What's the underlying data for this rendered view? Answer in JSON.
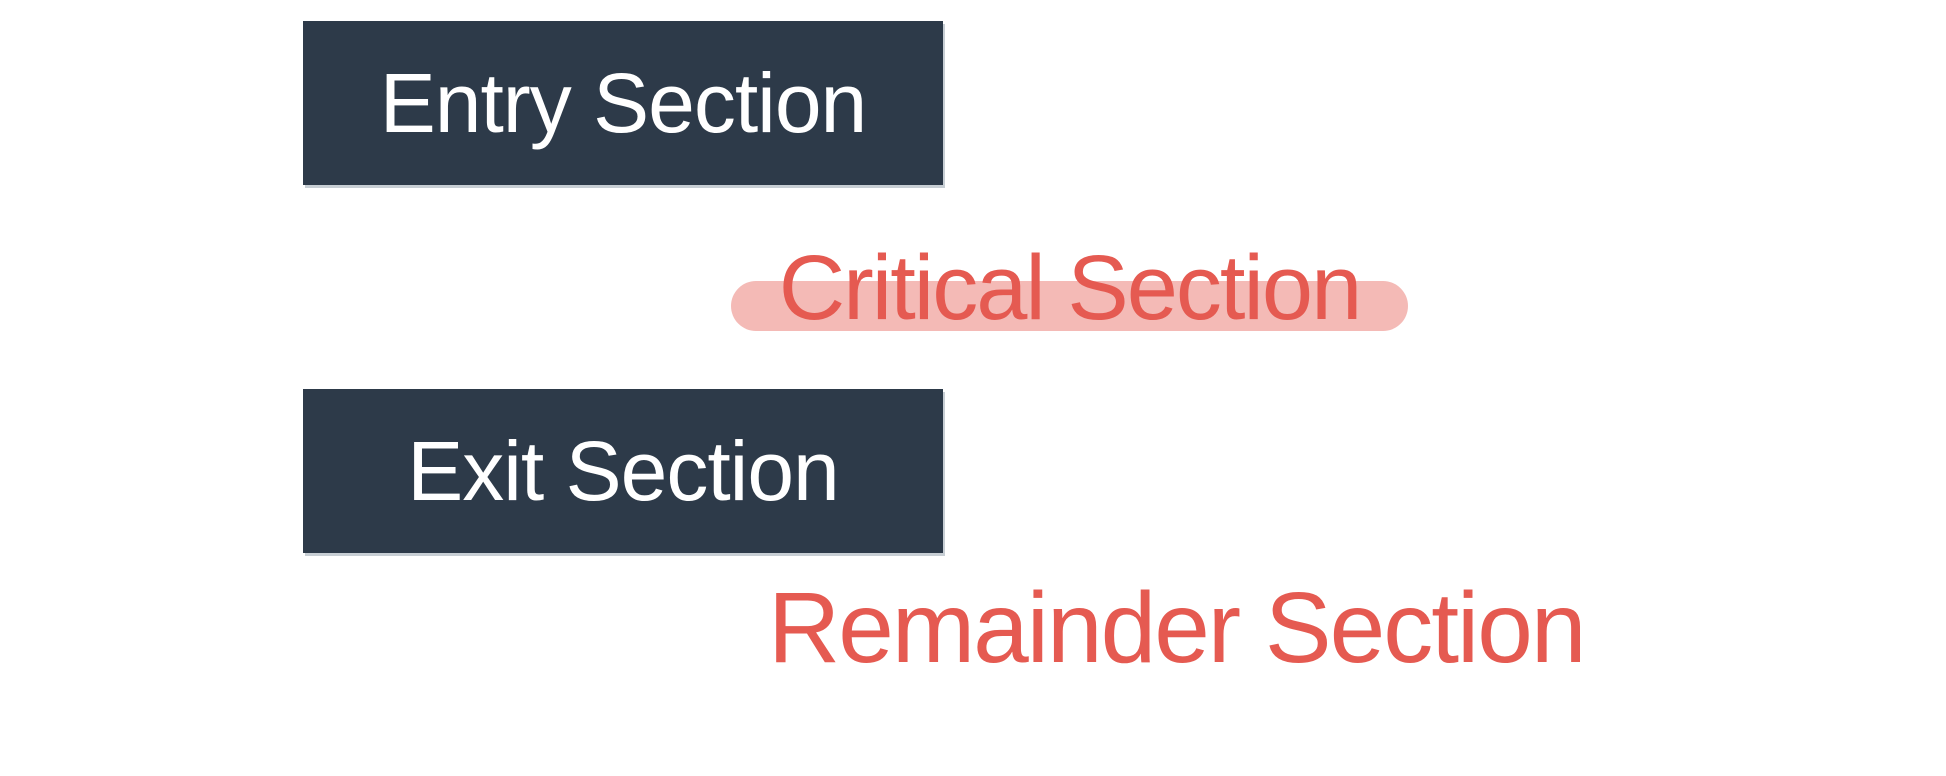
{
  "diagram": {
    "entry": {
      "label": "Entry Section"
    },
    "critical": {
      "label": "Critical Section"
    },
    "exit": {
      "label": "Exit Section"
    },
    "remainder": {
      "label": "Remainder Section"
    }
  },
  "colors": {
    "box_background": "#2d3a49",
    "box_text": "#ffffff",
    "accent_red": "#e55a51",
    "highlight_pink_overlay": "rgba(229,90,81,0.42)",
    "page_background": "#ffffff"
  }
}
